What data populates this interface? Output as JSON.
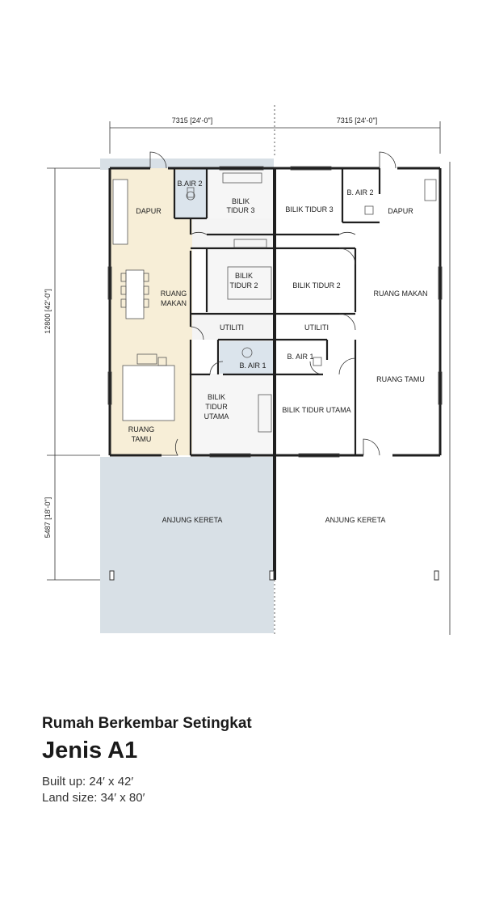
{
  "dimensions": {
    "top_left": "7315 [24'-0\"]",
    "top_right": "7315 [24'-0\"]",
    "left_upper": "12800 [42'-0\"]",
    "left_lower": "5487 [18'-0\"]"
  },
  "rooms_left": {
    "dapur": "DAPUR",
    "bair2": "B.AIR 2",
    "bilik3_a": "BILIK",
    "bilik3_b": "TIDUR 3",
    "ruang_makan_a": "RUANG",
    "ruang_makan_b": "MAKAN",
    "bilik2_a": "BILIK",
    "bilik2_b": "TIDUR 2",
    "utiliti": "UTILITI",
    "bair1": "B. AIR 1",
    "bilik_utama_a": "BILIK",
    "bilik_utama_b": "TIDUR",
    "bilik_utama_c": "UTAMA",
    "ruang_tamu_a": "RUANG",
    "ruang_tamu_b": "TAMU",
    "anjung": "ANJUNG KERETA"
  },
  "rooms_right": {
    "bilik3": "BILIK TIDUR 3",
    "bair2": "B. AIR 2",
    "dapur": "DAPUR",
    "bilik2": "BILIK TIDUR 2",
    "ruang_makan": "RUANG MAKAN",
    "utiliti": "UTILITI",
    "bair1": "B. AIR 1",
    "ruang_tamu": "RUANG TAMU",
    "bilik_utama": "BILIK TIDUR UTAMA",
    "anjung": "ANJUNG KERETA"
  },
  "caption": {
    "subtitle": "Rumah Berkembar Setingkat",
    "title": "Jenis A1",
    "built_up": "Built up: 24′ x 42′",
    "land_size": "Land size: 34′ x 80′"
  },
  "colors": {
    "living_fill": "#f7eed7",
    "wet_fill": "#dbe4ec",
    "car_porch_fill": "#d8e0e6",
    "wall": "#1f1f1f"
  }
}
